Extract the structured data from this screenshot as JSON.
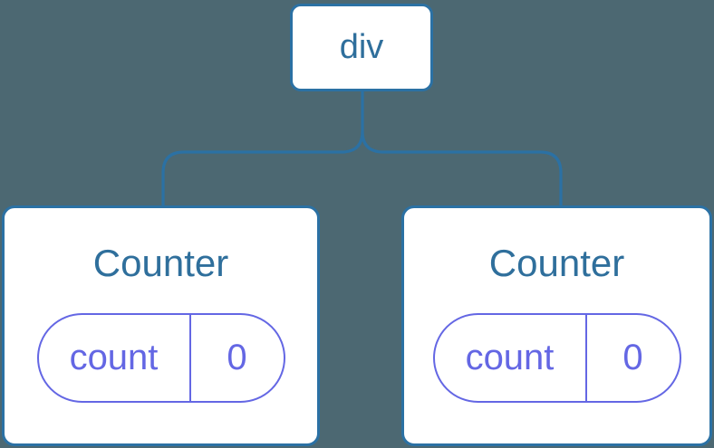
{
  "diagram": {
    "root": {
      "label": "div"
    },
    "children": [
      {
        "label": "Counter",
        "state": {
          "key": "count",
          "value": "0"
        }
      },
      {
        "label": "Counter",
        "state": {
          "key": "count",
          "value": "0"
        }
      }
    ]
  },
  "colors": {
    "background": "#4C6872",
    "line": "#2B71A4",
    "node_fill": "#FFFFFF",
    "node_text": "#2F6F9C",
    "state_accent": "#6467E4"
  }
}
